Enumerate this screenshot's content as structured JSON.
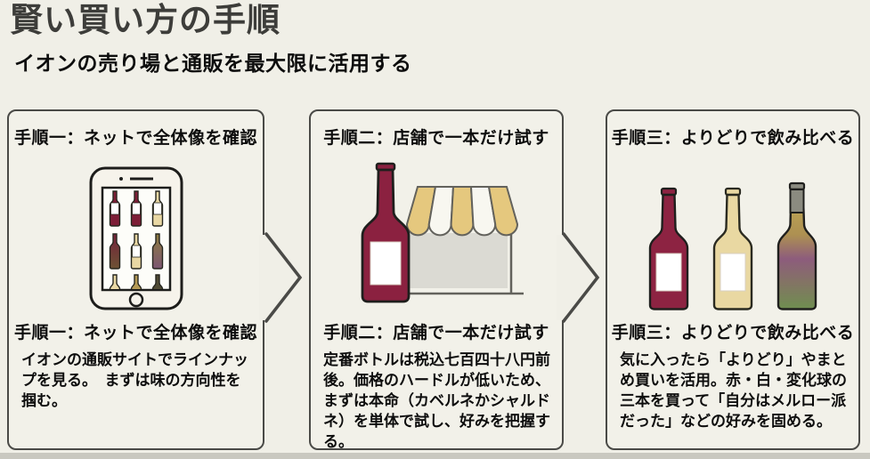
{
  "header": {
    "title": "賢い買い方の手順",
    "subtitle": "イオンの売り場と通販を最大限に活用する"
  },
  "steps": [
    {
      "id": "step-1",
      "title": "手順一：ネットで全体像を確認",
      "description": "イオンの通販サイトでラインナップを見る。　まずは味の方向性を掴む。",
      "icon": "smartphone-wine-lineup-icon"
    },
    {
      "id": "step-2",
      "title": "手順二：店舗で一本だけ試す",
      "description": "定番ボトルは税込七百四十八円前後。価格のハードルが低いため、まずは本命（カベルネかシャルドネ）を単体で試し、好みを把握する。",
      "icon": "storefront-wine-bottle-icon"
    },
    {
      "id": "step-3",
      "title": "手順三：よりどりで飲み比べる",
      "description": "気に入ったら「よりどり」やまとめ買いを活用。赤・白・変化球の三本を買って「自分はメルロー派だった」などの好みを固める。",
      "icon": "three-wine-bottles-icon"
    }
  ],
  "colors": {
    "background": "#f0efe7",
    "panel_background": "#f2f1e9",
    "panel_border": "#4a4a47",
    "wine_red": "#8b2140",
    "wine_cream": "#e9d8a4",
    "awning_tan": "#e5c87e",
    "title_gray": "#3d3d3a",
    "text_black": "#0d0d0d"
  }
}
